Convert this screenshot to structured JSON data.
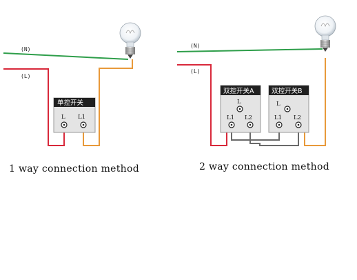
{
  "labels": {
    "neutral": "(N)",
    "live": "(L)"
  },
  "left_diagram": {
    "switch_title": "单控开关",
    "terminals": [
      "L",
      "L1"
    ],
    "caption": "1 way connection method"
  },
  "right_diagram": {
    "switch_a_title": "双控开关A",
    "switch_b_title": "双控开关B",
    "switch_a_terminals": [
      "L",
      "L1",
      "L2"
    ],
    "switch_b_terminals": [
      "L",
      "L1",
      "L2"
    ],
    "caption": "2 way connection method"
  },
  "colors": {
    "neutral_wire": "#2e9e4a",
    "live_wire": "#d8283a",
    "switched_wire": "#e8993a",
    "traveller_wire": "#6a6a6a",
    "switch_header": "#202020",
    "switch_body": "#e4e4e4"
  }
}
